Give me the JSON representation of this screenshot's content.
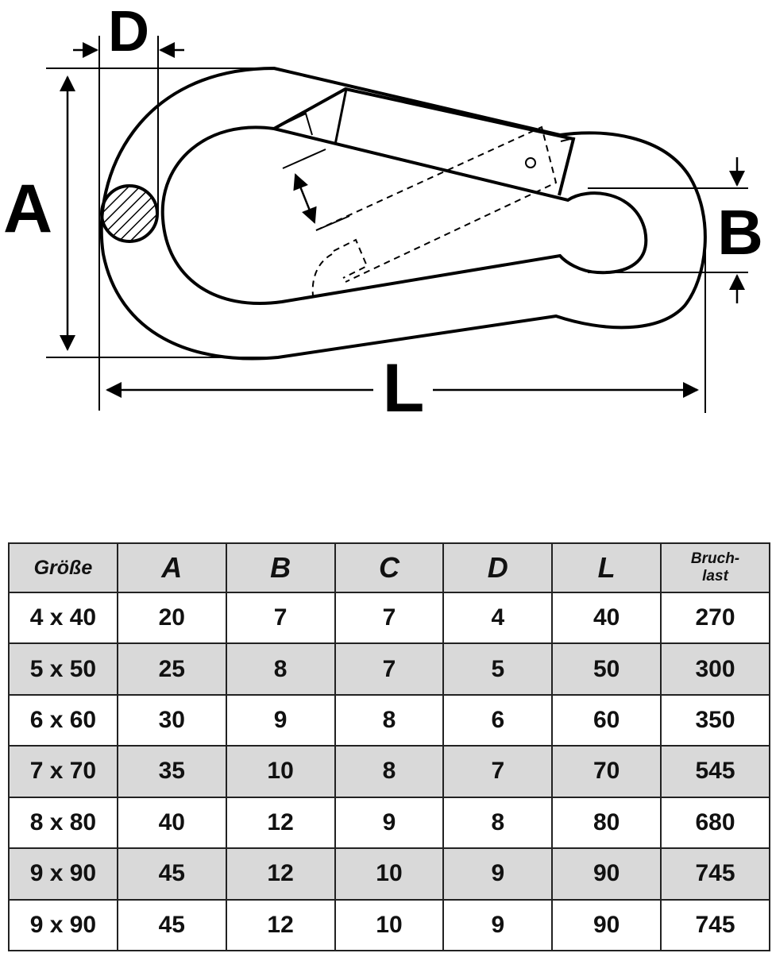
{
  "dimension_labels": {
    "a": "A",
    "b": "B",
    "d": "D",
    "l": "L"
  },
  "table": {
    "headers": [
      "Größe",
      "A",
      "B",
      "C",
      "D",
      "L",
      "Bruch-\nlast"
    ],
    "header_last_lines": [
      "Bruch-",
      "last"
    ],
    "rows": [
      [
        "4 x 40",
        "20",
        "7",
        "7",
        "4",
        "40",
        "270"
      ],
      [
        "5 x 50",
        "25",
        "8",
        "7",
        "5",
        "50",
        "300"
      ],
      [
        "6 x 60",
        "30",
        "9",
        "8",
        "6",
        "60",
        "350"
      ],
      [
        "7 x 70",
        "35",
        "10",
        "8",
        "7",
        "70",
        "545"
      ],
      [
        "8 x 80",
        "40",
        "12",
        "9",
        "8",
        "80",
        "680"
      ],
      [
        "9 x 90",
        "45",
        "12",
        "10",
        "9",
        "90",
        "745"
      ],
      [
        "9 x 90",
        "45",
        "12",
        "10",
        "9",
        "90",
        "745"
      ]
    ]
  },
  "colors": {
    "shaded_row": "#d9d9d9",
    "line": "#000000"
  }
}
